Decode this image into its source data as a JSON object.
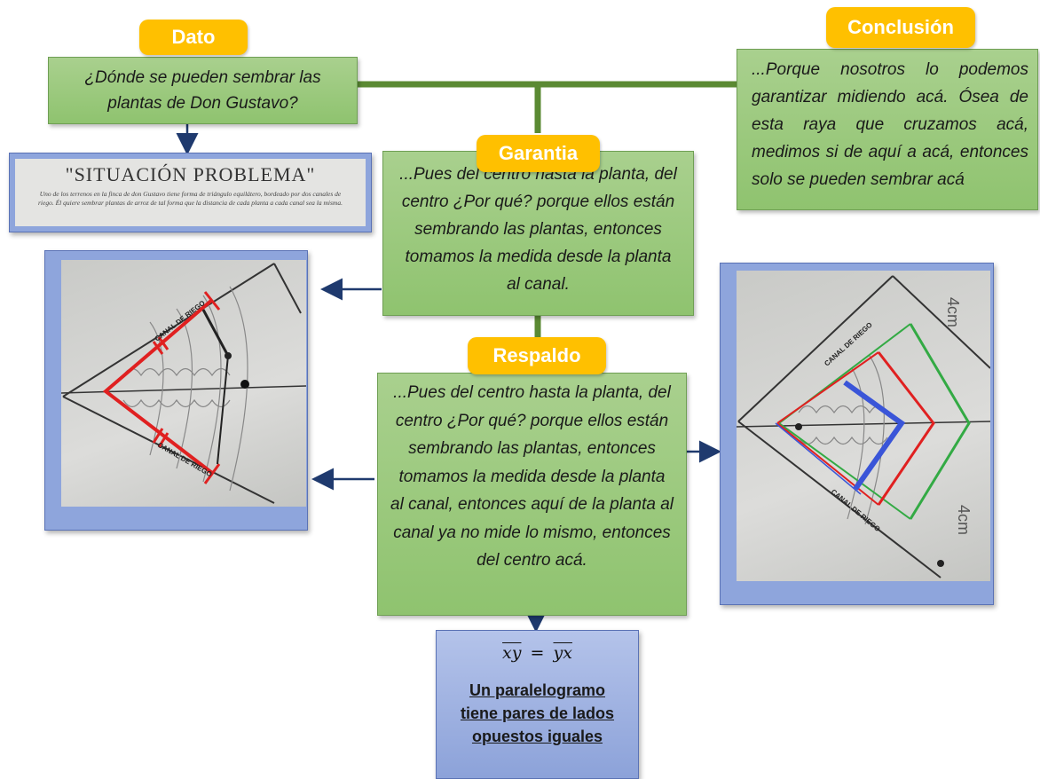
{
  "dato": {
    "tag": "Dato",
    "text": "¿Dónde se pueden sembrar las plantas de Don Gustavo?"
  },
  "conclusion": {
    "tag": "Conclusión",
    "text": "...Porque nosotros lo podemos garantizar midiendo acá. Ósea de esta raya que cruzamos acá, medimos si de aquí a acá, entonces solo se pueden sembrar acá"
  },
  "garantia": {
    "tag": "Garantia",
    "text": "...Pues del centro hasta la planta, del centro ¿Por qué? porque ellos están sembrando las plantas, entonces tomamos la medida desde la planta al canal."
  },
  "respaldo": {
    "tag": "Respaldo",
    "text": "...Pues del centro hasta la planta, del centro ¿Por qué? porque ellos están sembrando las plantas, entonces tomamos la medida desde la planta al canal, entonces aquí de la planta al canal ya no mide lo mismo, entonces del centro acá."
  },
  "situacion": {
    "title": "\"SITUACIÓN PROBLEMA\"",
    "body": "Uno de los terrenos en la finca de don Gustavo tiene forma de triángulo equilátero, bordeado por dos canales de riego. Él quiere sembrar plantas de arroz de tal forma que la distancia de cada planta a cada canal sea la misma."
  },
  "left_photo": {
    "label_top": "CANAL DE RIEGO",
    "label_bottom": "CANAL DE RIEGO"
  },
  "right_photo": {
    "label_top": "CANAL DE RIEGO",
    "label_bottom": "CANAL DE RIEGO",
    "side_top": "4cm",
    "side_bottom": "4cm"
  },
  "formula": {
    "lhs": "xy",
    "eq": "=",
    "rhs": "yx",
    "statement": "Un paralelogramo tiene pares de lados opuestos iguales"
  },
  "colors": {
    "box_green": "#a9d08e",
    "tag_orange": "#ffc000",
    "connector_green": "#5b8a33",
    "arrow_navy": "#1f3a6e",
    "frame_blue": "#8ea5dc"
  }
}
